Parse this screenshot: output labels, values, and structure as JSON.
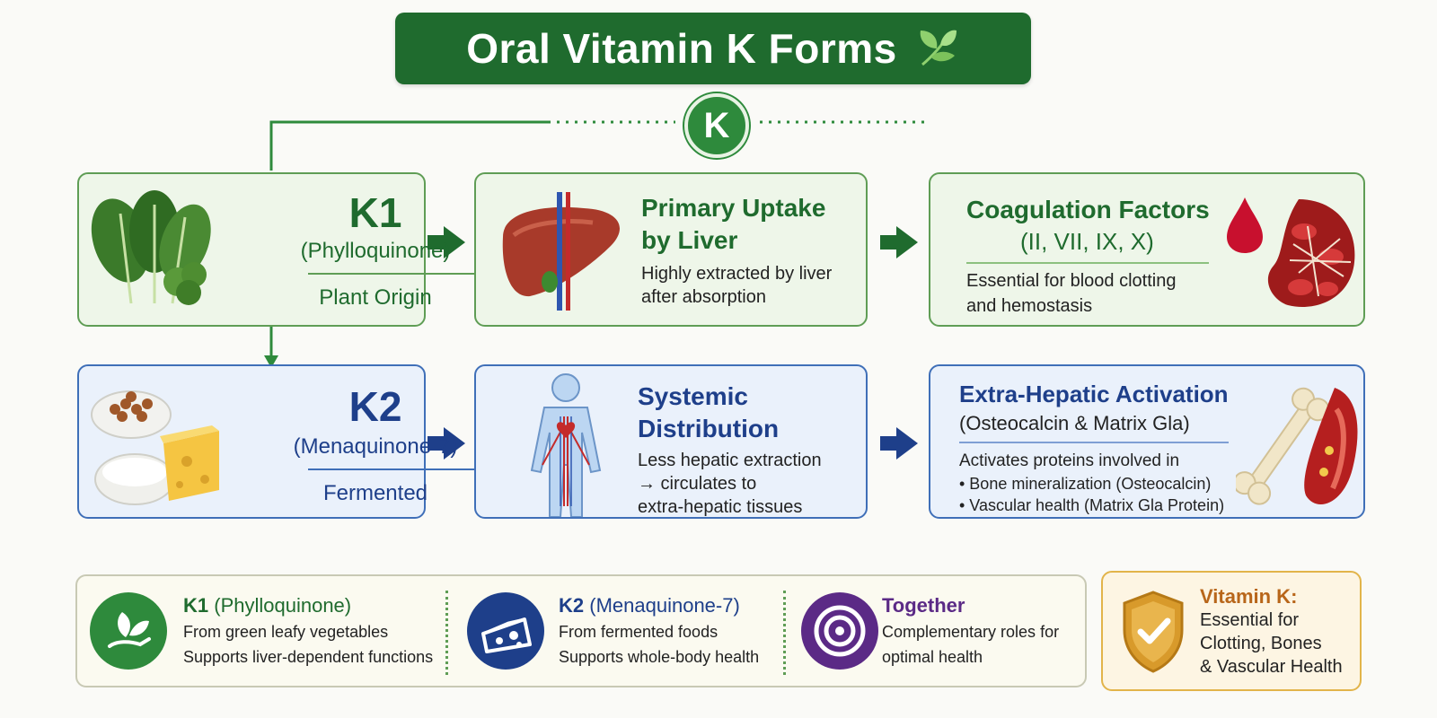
{
  "title": "Oral Vitamin K Forms",
  "badge": "K",
  "colors": {
    "green_dark": "#1f6b2e",
    "green_accent": "#2e8a3c",
    "blue_dark": "#1e3f8a",
    "purple": "#5b2a86",
    "gold": "#d89a2b"
  },
  "k1": {
    "title": "K1",
    "subtitle": "(Phylloquinone)",
    "origin": "Plant Origin",
    "icon": "leafy-greens-icon"
  },
  "k2": {
    "title": "K2",
    "subtitle": "(Menaquinone-7)",
    "origin": "Fermented",
    "icon": "fermented-foods-icon"
  },
  "k1_steps": [
    {
      "title_lines": [
        "Primary Uptake",
        "by Liver"
      ],
      "body_lines": [
        "Highly extracted by liver",
        "after absorption"
      ],
      "icon": "liver-icon"
    },
    {
      "title_lines": [
        "Coagulation Factors",
        "(II, VII, IX, X)"
      ],
      "body_lines": [
        "Essential for blood clotting",
        "and hemostasis"
      ],
      "icon": "blood-clot-icon"
    }
  ],
  "k2_steps": [
    {
      "title_lines": [
        "Systemic",
        "Distribution"
      ],
      "body_lines": [
        "Less hepatic extraction",
        "→ circulates to",
        "extra-hepatic tissues"
      ],
      "icon": "human-body-icon"
    },
    {
      "title_lines": [
        "Extra-Hepatic Activation",
        "(Osteocalcin & Matrix Gla)"
      ],
      "body_lines": [
        "Activates proteins involved in",
        "• Bone mineralization (Osteocalcin)",
        "• Vascular health (Matrix Gla Protein)"
      ],
      "icon": "bone-vessel-icon"
    }
  ],
  "summary": [
    {
      "name": "K1",
      "paren": "(Phylloquinone)",
      "lines": [
        "From green leafy vegetables",
        "Supports liver-dependent functions"
      ],
      "icon": "leaf-hand-icon"
    },
    {
      "name": "K2",
      "paren": "(Menaquinone-7)",
      "lines": [
        "From fermented foods",
        "Supports whole-body health"
      ],
      "icon": "cheese-icon"
    },
    {
      "name": "Together",
      "paren": "",
      "lines": [
        "Complementary roles for",
        "optimal health"
      ],
      "icon": "target-icon"
    }
  ],
  "vitamin_k": {
    "title": "Vitamin K:",
    "lines": [
      "Essential for",
      "Clotting, Bones",
      "& Vascular Health"
    ],
    "icon": "shield-check-icon"
  }
}
